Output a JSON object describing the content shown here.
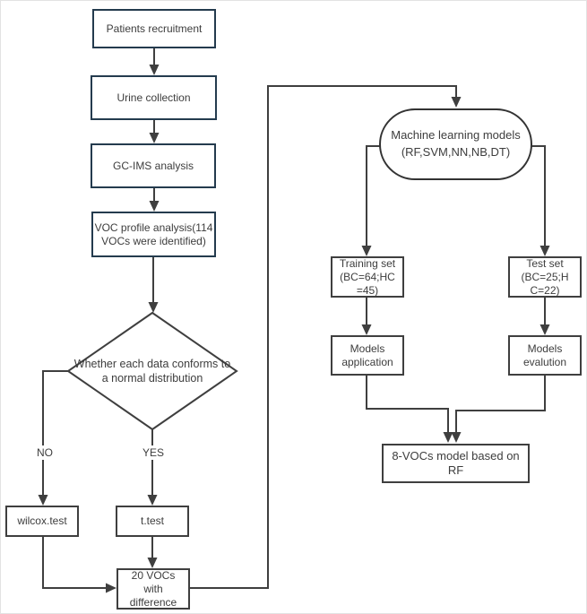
{
  "flow": {
    "patients": "Patients recruitment",
    "urine": "Urine collection",
    "gcims": "GC-IMS analysis",
    "voc_profile": "VOC profile analysis(114\nVOCs  were identified)",
    "decision": "Whether each data conforms to\na normal distribution",
    "no_label": "NO",
    "yes_label": "YES",
    "wilcox": "wilcox.test",
    "ttest": "t.test",
    "voc20": "20 VOCs\nwith\ndifference",
    "ml_models": "Machine learning models\n(RF,SVM,NN,NB,DT)",
    "training": "Training set\n(BC=64;HC\n=45)",
    "test": "Test set\n(BC=25;H\nC=22)",
    "models_app": "Models\napplication",
    "models_eval": "Models\nevalution",
    "final": "8-VOCs model based on RF"
  },
  "colors": {
    "primary_border": "#243b4e",
    "secondary_border": "#3f3f3f",
    "line": "#3f3f3f",
    "text": "#3d3d3d",
    "background": "#ffffff"
  }
}
